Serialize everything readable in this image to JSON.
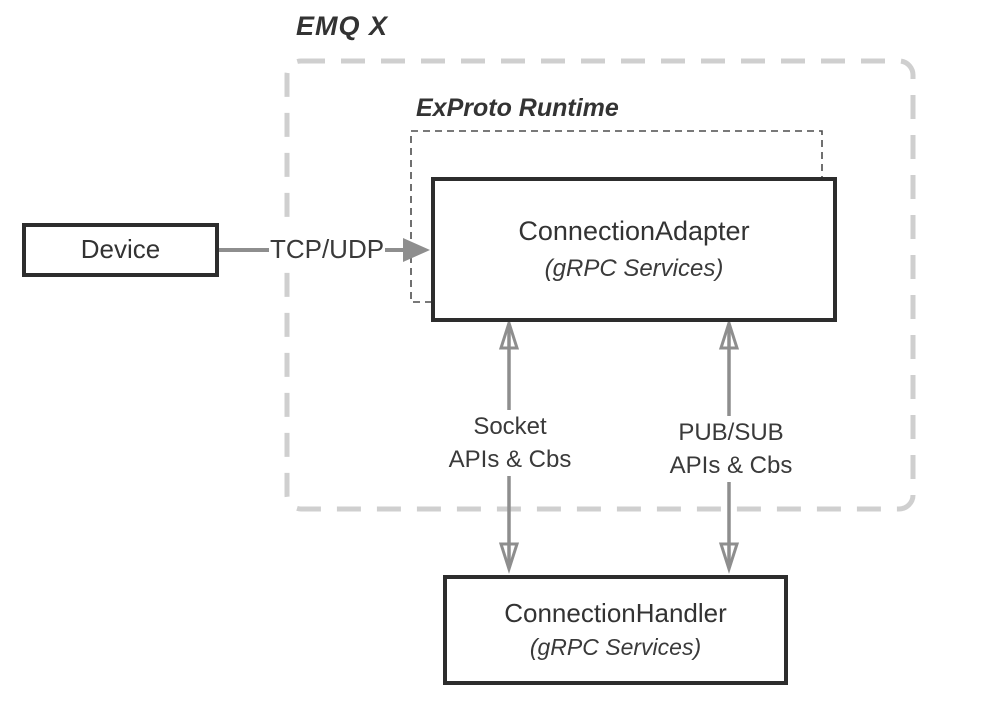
{
  "diagram": {
    "title": "EMQ X",
    "runtime_label": "ExProto Runtime",
    "nodes": {
      "device": {
        "label": "Device"
      },
      "adapter": {
        "label": "ConnectionAdapter",
        "sublabel": "(gRPC Services)"
      },
      "handler": {
        "label": "ConnectionHandler",
        "sublabel": "(gRPC Services)"
      }
    },
    "edges": {
      "tcp_udp": {
        "label": "TCP/UDP",
        "direction": "right"
      },
      "socket": {
        "line1": "Socket",
        "line2": "APIs & Cbs",
        "direction": "bidirectional"
      },
      "pubsub": {
        "line1": "PUB/SUB",
        "line2": "APIs & Cbs",
        "direction": "bidirectional"
      }
    },
    "colors": {
      "box_border": "#2d2d2d",
      "outer_dash": "#cfcfcf",
      "inner_dash": "#4d4d4d",
      "arrow": "#8e8e8e",
      "text": "#333333",
      "background": "#ffffff"
    }
  }
}
